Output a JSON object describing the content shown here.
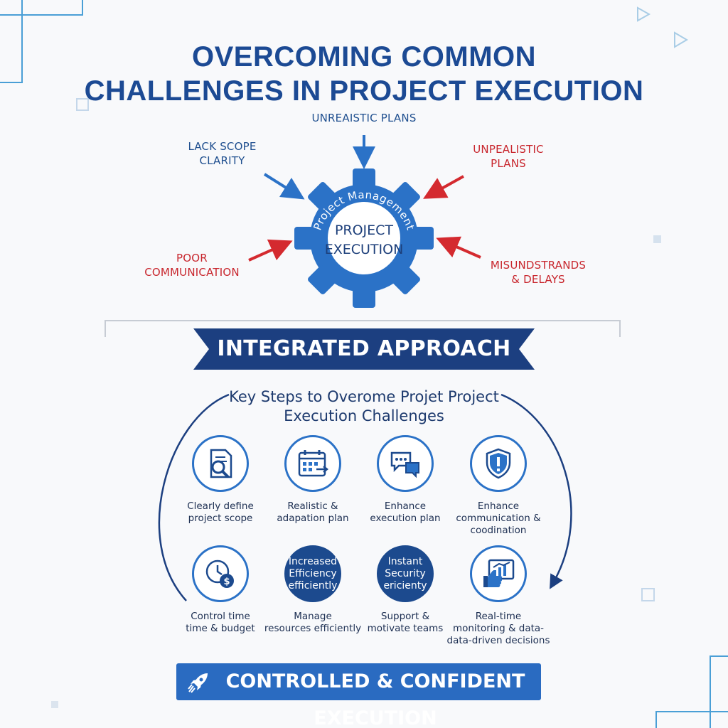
{
  "title_line1": "OVERCOMING COMMON",
  "title_line2": "CHALLENGES IN PROJECT EXECUTION",
  "challenges": {
    "top": "UNREAISTIC PLANS",
    "top_left_line1": "LACK SCOPE",
    "top_left_line2": "CLARITY",
    "top_right_line1": "UNPEALISTIC",
    "top_right_line2": "PLANS",
    "bottom_left_line1": "POOR",
    "bottom_left_line2": "COMMUNICATION",
    "bottom_right_line1": "MISUNDSTRANDS",
    "bottom_right_line2": "& DELAYS"
  },
  "gear": {
    "ring_text": "Project Management",
    "center_line1": "PROJECT",
    "center_line2": "EXECUTION"
  },
  "banner": "INTEGRATED APPROACH",
  "subtitle_line1": "Key Steps to Overome Projet Project",
  "subtitle_line2": "Execution Challenges",
  "steps": [
    {
      "line1": "Clearly define",
      "line2": "project scope",
      "line3": "",
      "icon": "document-search-icon"
    },
    {
      "line1": "Realistic &",
      "line2": "adapation plan",
      "line3": "",
      "icon": "calendar-icon"
    },
    {
      "line1": "Enhance",
      "line2": "execution plan",
      "line3": "",
      "icon": "chat-icon"
    },
    {
      "line1": "Enhance",
      "line2": "communication &",
      "line3": "coodination",
      "icon": "shield-alert-icon"
    },
    {
      "line1": "Control time",
      "line2": "time & budget",
      "line3": "",
      "icon": "clock-money-icon"
    },
    {
      "line1": "Manage",
      "line2": "resources efficiently",
      "line3": "",
      "icon": "badge",
      "badge_line1": "Increased",
      "badge_line2": "Efficiency",
      "badge_line3": "efficiently"
    },
    {
      "line1": "Support &",
      "line2": "motivate teams",
      "line3": "",
      "icon": "badge",
      "badge_line1": "Instant",
      "badge_line2": "Security",
      "badge_line3": "ericienty"
    },
    {
      "line1": "Real-time",
      "line2": "monitoring & data-",
      "line3": "data-driven decisions",
      "icon": "dashboard-icon"
    }
  ],
  "cta": "CONTROLLED & CONFIDENT EXECUTION",
  "colors": {
    "primary": "#1c4a94",
    "accent_blue": "#2b72c7",
    "alert_red": "#c8262d"
  }
}
